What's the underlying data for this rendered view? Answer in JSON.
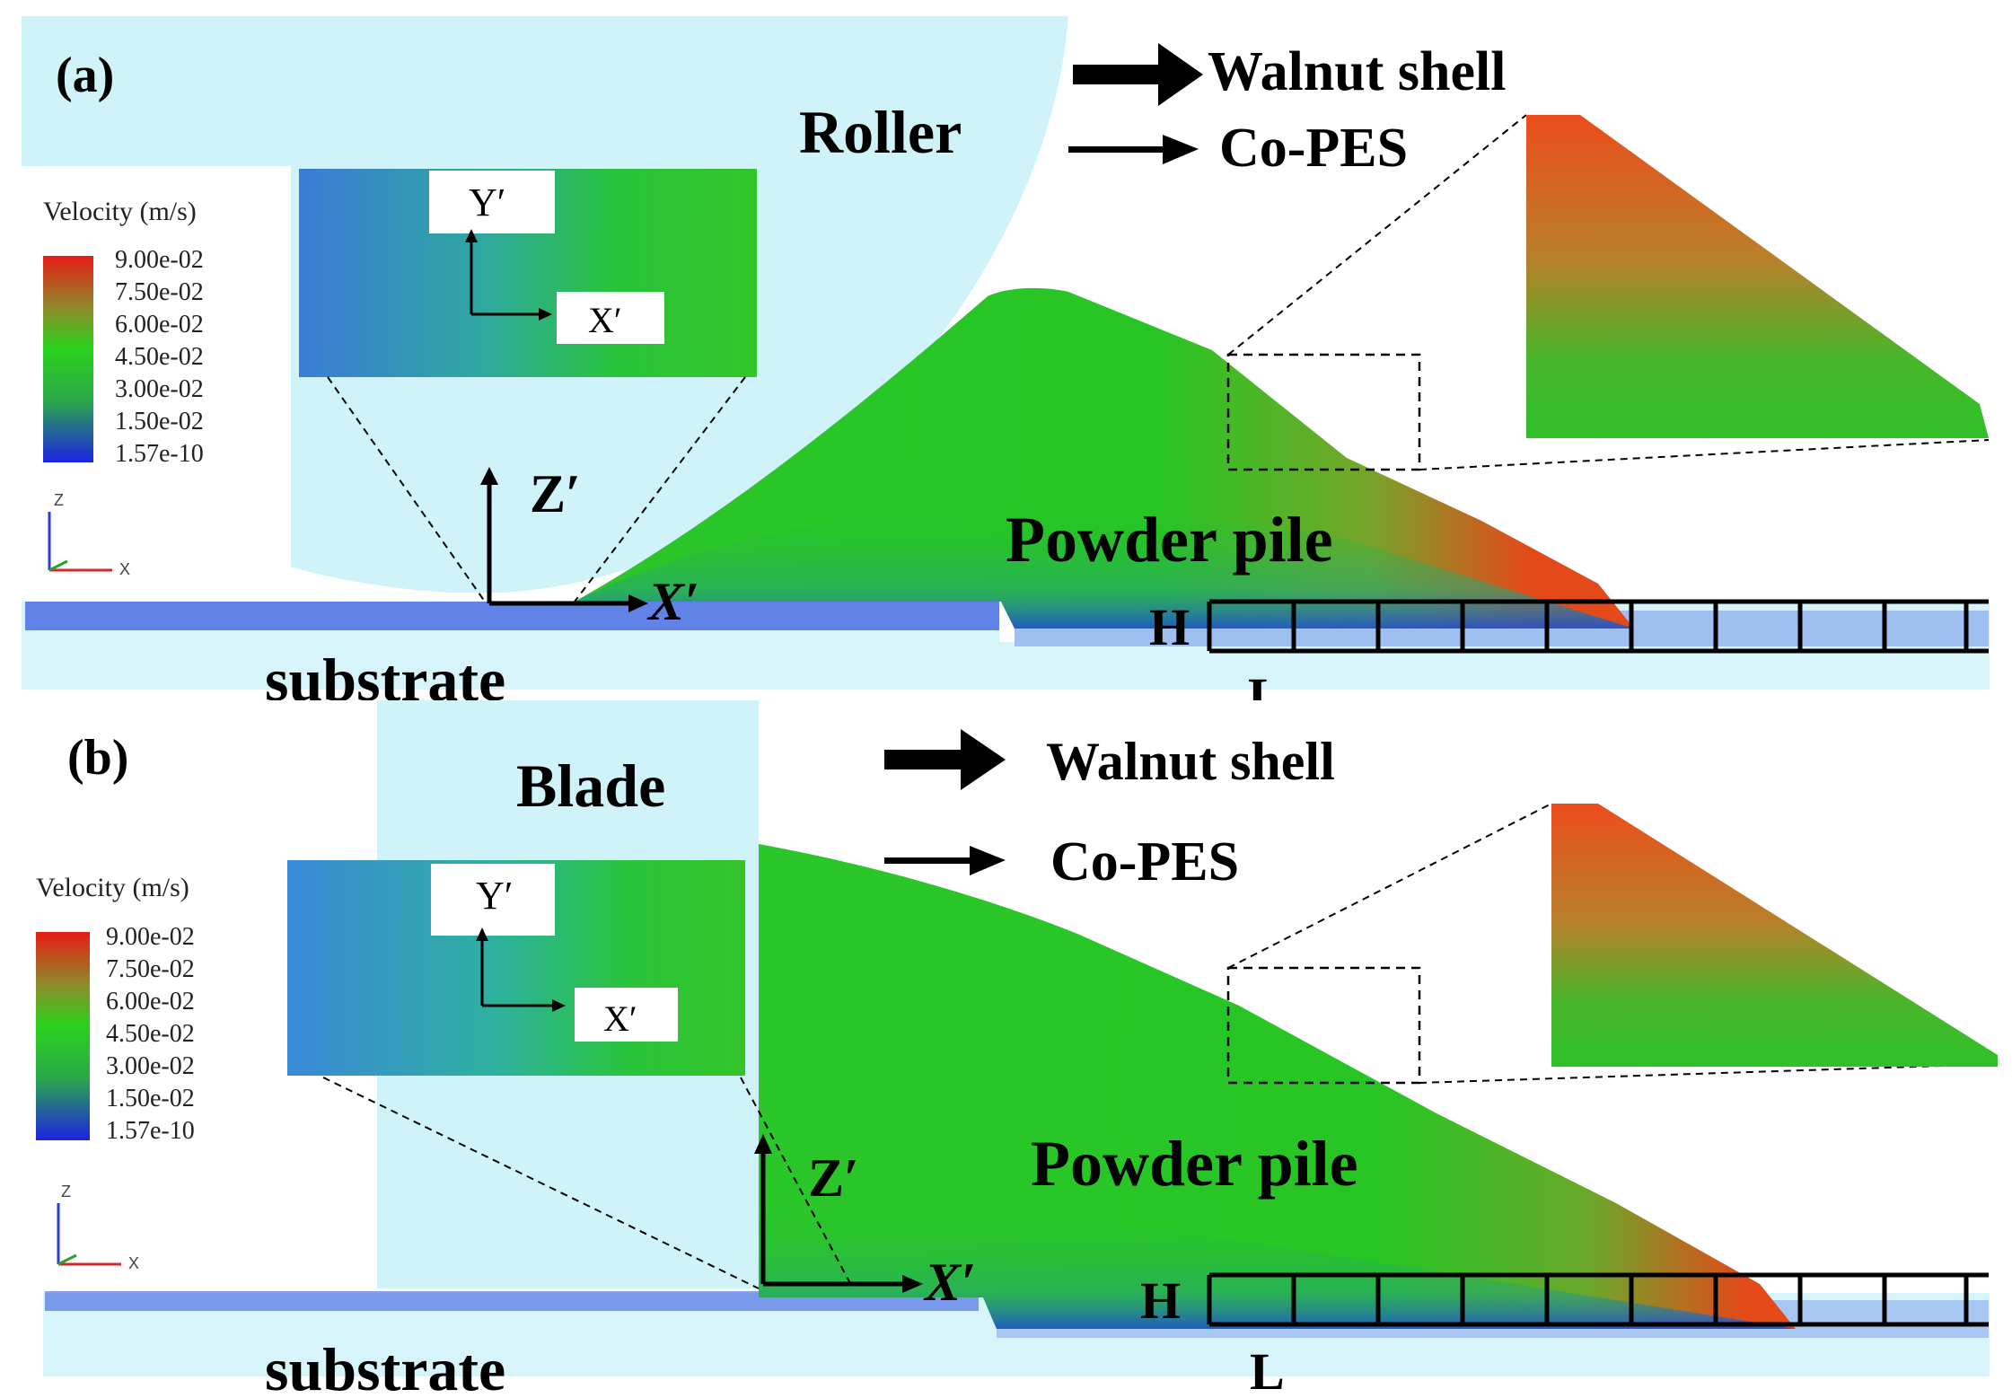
{
  "panels": [
    {
      "id": "a",
      "label": "(a)",
      "tool_label": "Roller",
      "legend": {
        "walnut": "Walnut shell",
        "copes": "Co-PES"
      },
      "pile_label": "Powder pile",
      "substrate_label": "substrate",
      "h_label": "H",
      "l_label": "L",
      "axis_z": "Z′",
      "axis_x": "X′",
      "inset_axis_y": "Y′",
      "inset_axis_x": "X′",
      "colorbar": {
        "title": "Velocity (m/s)",
        "ticks": [
          "9.00e-02",
          "7.50e-02",
          "6.00e-02",
          "4.50e-02",
          "3.00e-02",
          "1.50e-02",
          "1.57e-10"
        ]
      },
      "triad": {
        "z": "Z",
        "x": "X"
      }
    },
    {
      "id": "b",
      "label": "(b)",
      "tool_label": "Blade",
      "legend": {
        "walnut": "Walnut  shell",
        "copes": "Co-PES"
      },
      "pile_label": "Powder pile",
      "substrate_label": "substrate",
      "h_label": "H",
      "l_label": "L",
      "axis_z": "Z′",
      "axis_x": "X′",
      "inset_axis_y": "Y′",
      "inset_axis_x": "X′",
      "colorbar": {
        "title": "Velocity (m/s)",
        "ticks": [
          "9.00e-02",
          "7.50e-02",
          "6.00e-02",
          "4.50e-02",
          "3.00e-02",
          "1.50e-02",
          "1.57e-10"
        ]
      },
      "triad": {
        "z": "Z",
        "x": "X"
      }
    }
  ],
  "colors": {
    "tool_fill": "#cff3f8",
    "substrate_fill": "#d6f4fa",
    "pile_green": "#22c21e",
    "pile_red": "#ee3a17",
    "pile_blue": "#1f3fd0",
    "colorbar_top": "#e61c16",
    "colorbar_bottom": "#1d22e3"
  }
}
